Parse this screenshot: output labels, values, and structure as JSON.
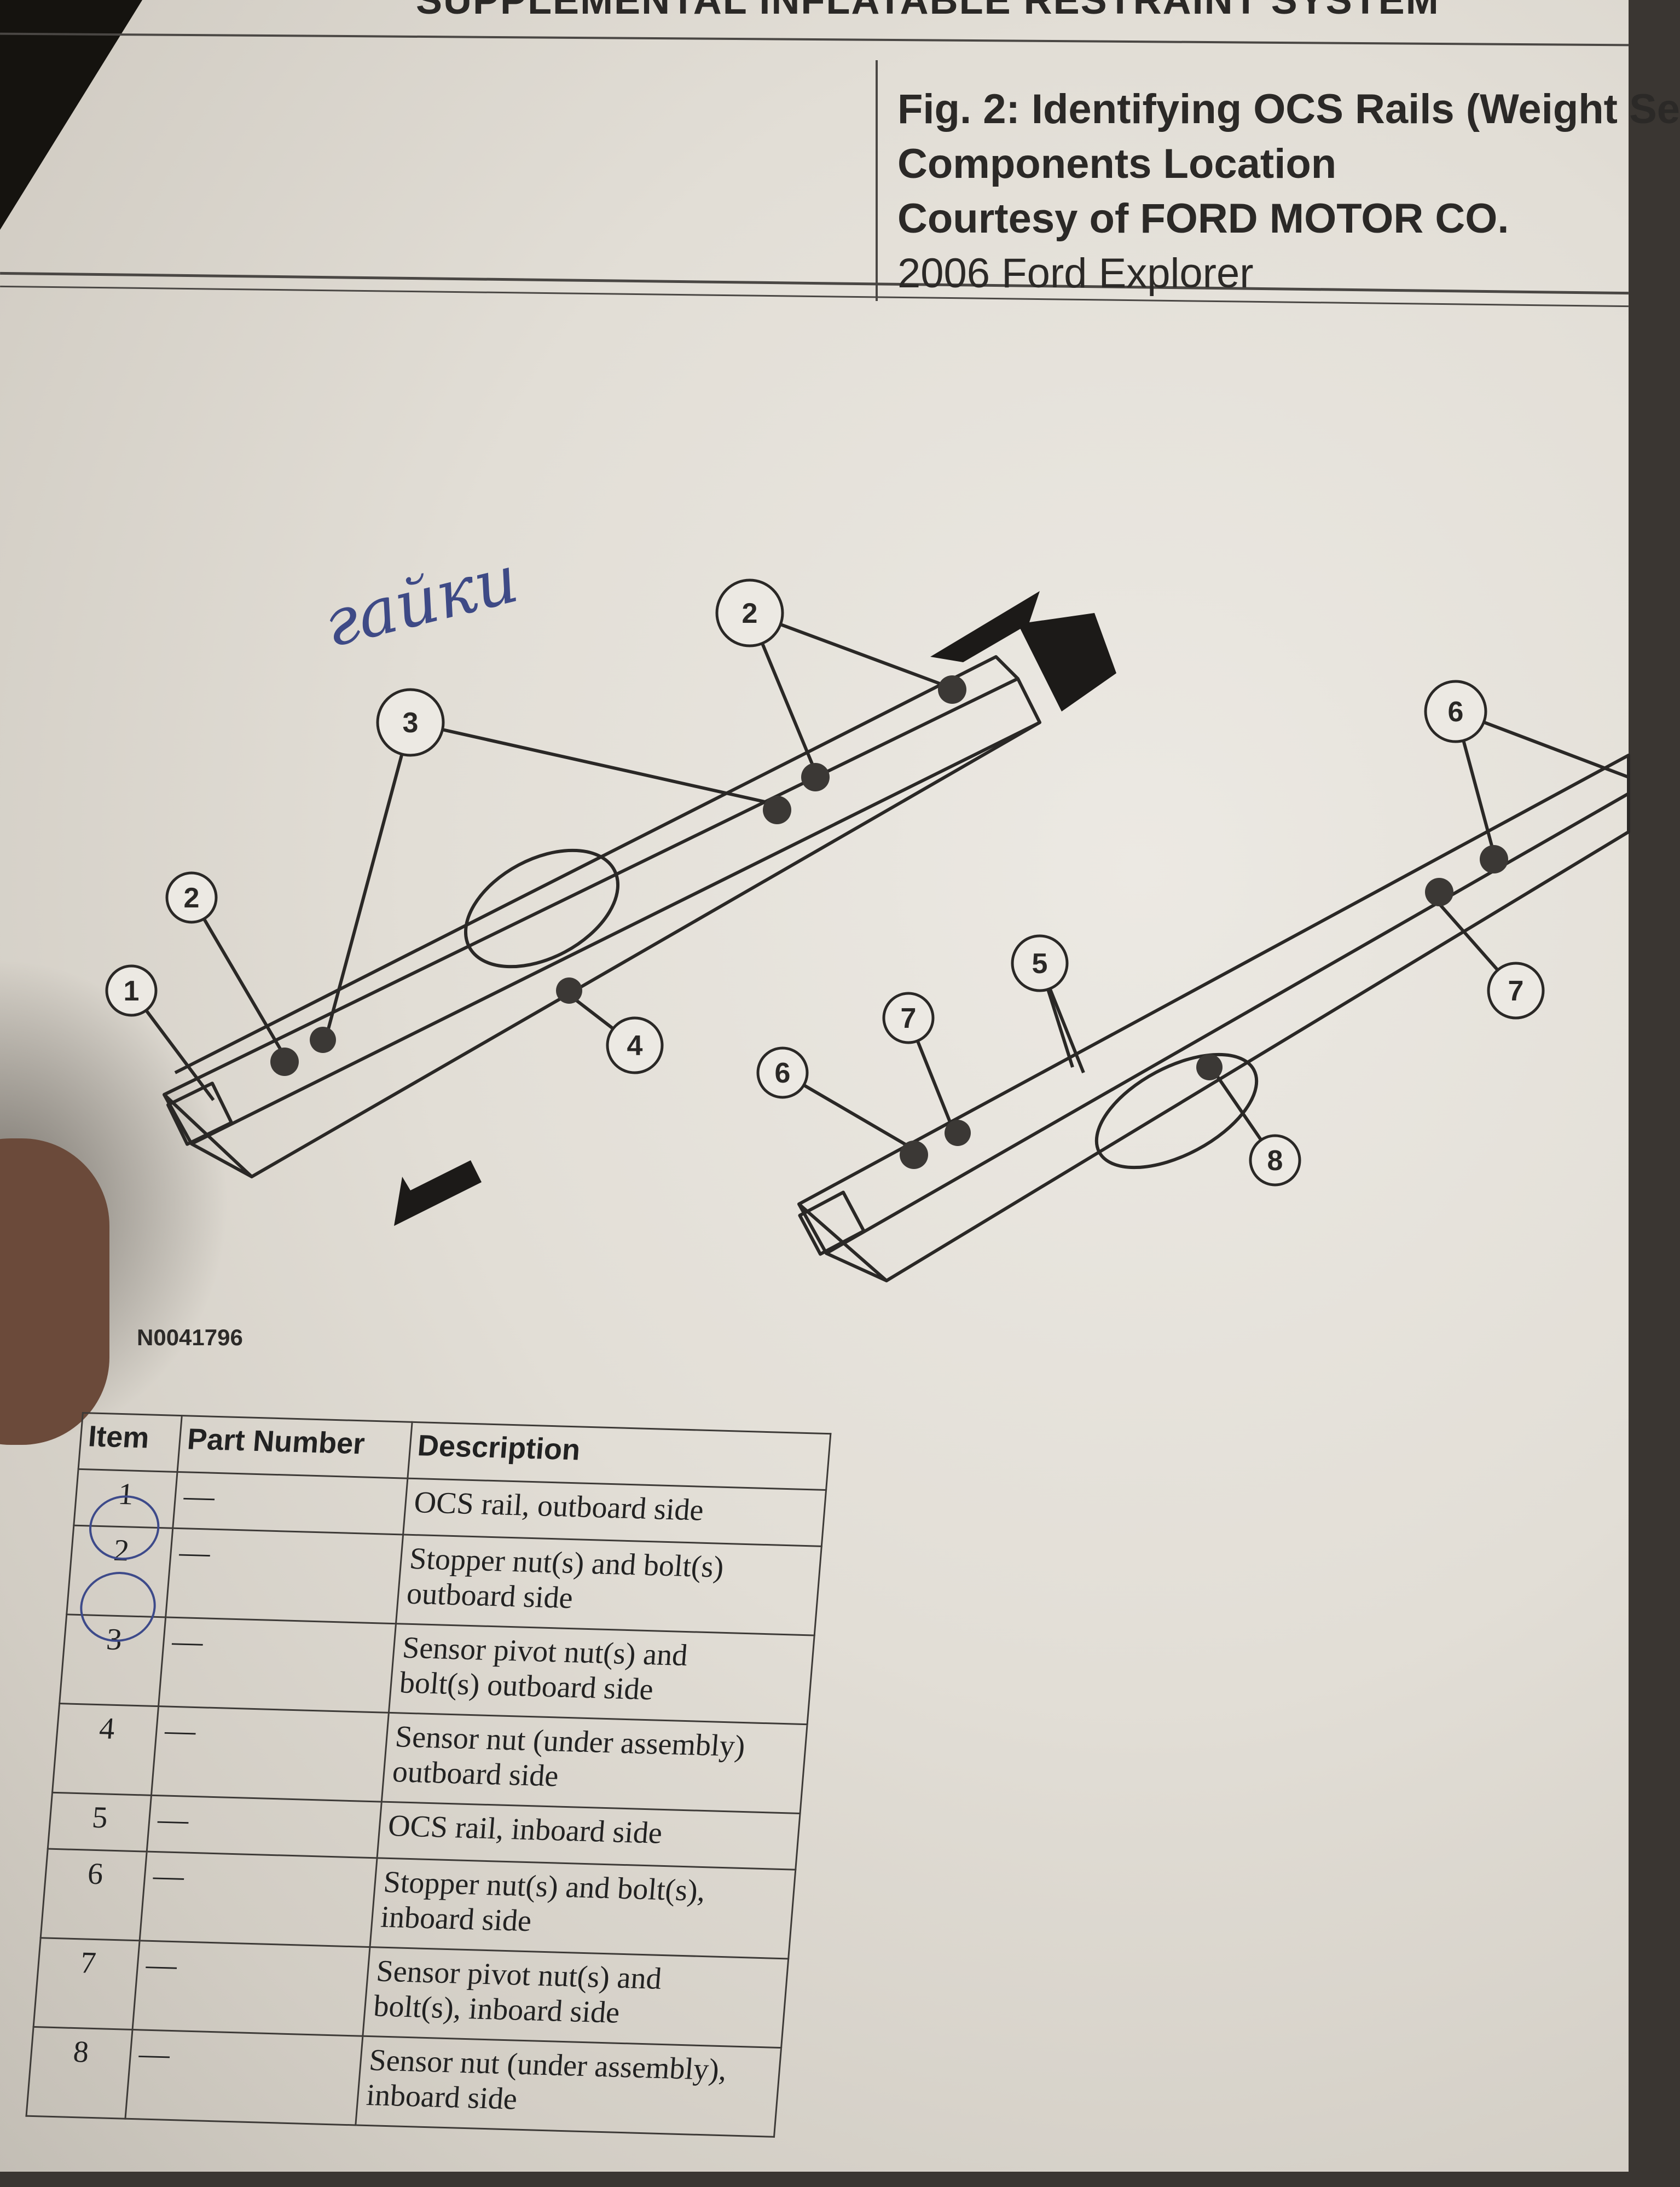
{
  "document": {
    "header_title": "SUPPLEMENTAL INFLATABLE RESTRAINT SYSTEM",
    "caption": {
      "figure_title": "Fig. 2: Identifying OCS Rails (Weight Se",
      "figure_title_line2": "Components Location",
      "courtesy": "Courtesy of FORD MOTOR CO.",
      "vehicle": "2006 Ford Explorer"
    },
    "handwritten_note": "гайки",
    "figure_code": "N0041796",
    "callouts": [
      "1",
      "2",
      "3",
      "2",
      "4",
      "5",
      "6",
      "7",
      "6",
      "7",
      "8"
    ]
  },
  "table": {
    "headers": [
      "Item",
      "Part Number",
      "Description"
    ],
    "rows": [
      {
        "item": "1",
        "part_number": "—",
        "description_l1": "OCS rail, outboard side",
        "description_l2": ""
      },
      {
        "item": "2",
        "part_number": "—",
        "description_l1": "Stopper nut(s) and bolt(s)",
        "description_l2": "outboard side"
      },
      {
        "item": "3",
        "part_number": "—",
        "description_l1": "Sensor pivot nut(s) and",
        "description_l2": "bolt(s) outboard side"
      },
      {
        "item": "4",
        "part_number": "—",
        "description_l1": "Sensor nut (under assembly)",
        "description_l2": "outboard side"
      },
      {
        "item": "5",
        "part_number": "—",
        "description_l1": "OCS rail, inboard side",
        "description_l2": ""
      },
      {
        "item": "6",
        "part_number": "—",
        "description_l1": "Stopper nut(s) and bolt(s),",
        "description_l2": "inboard side"
      },
      {
        "item": "7",
        "part_number": "—",
        "description_l1": "Sensor pivot nut(s) and",
        "description_l2": "bolt(s), inboard side"
      },
      {
        "item": "8",
        "part_number": "—",
        "description_l1": "Sensor nut (under assembly),",
        "description_l2": "inboard side"
      }
    ]
  }
}
